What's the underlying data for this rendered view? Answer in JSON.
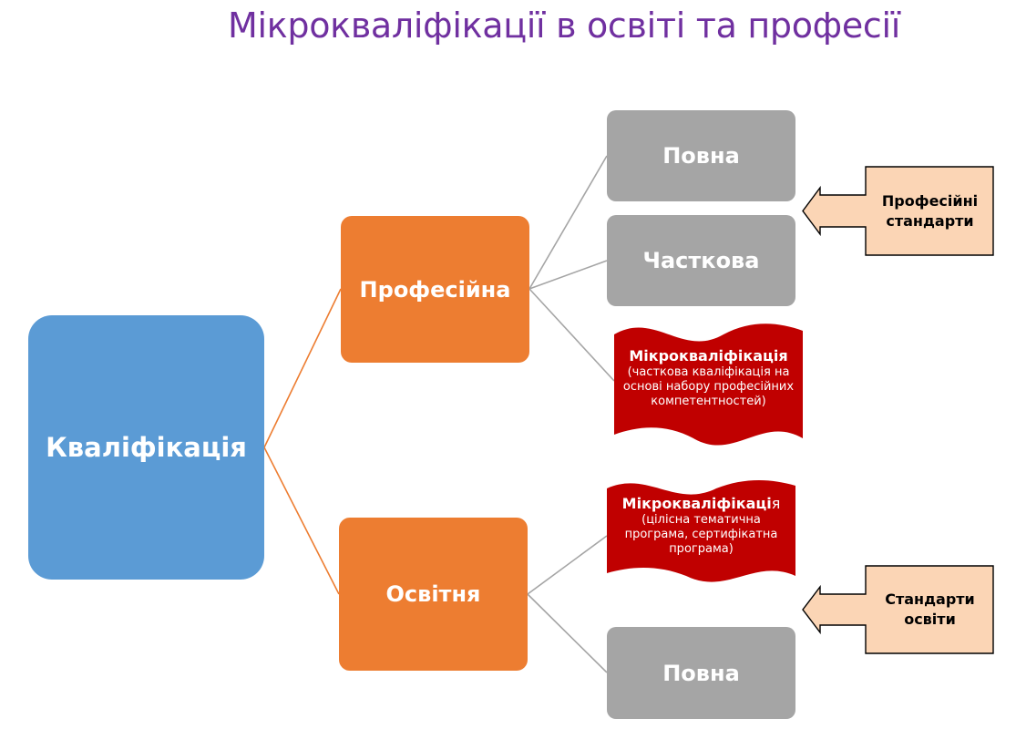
{
  "title": "Мікрокваліфікації в освіті та професії",
  "colors": {
    "title": "#7030a0",
    "root": "#5b9bd5",
    "branch": "#ed7d31",
    "leaf": "#a5a5a5",
    "micro": "#c00000",
    "callout_fill": "#fbd5b5",
    "connector_root": "#ed7d31",
    "connector_leaf": "#a5a5a5"
  },
  "root": {
    "label": "Кваліфікація"
  },
  "branches": {
    "professional": {
      "label": "Професійна",
      "full": "Повна",
      "partial": "Часткова",
      "micro_title": "Мікрокваліфікація",
      "micro_desc": "(часткова кваліфікація на основі набору професійних компетентностей)"
    },
    "educational": {
      "label": "Освітня",
      "micro_title_bold": "Мікрокваліфікаці",
      "micro_title_rest": "я",
      "micro_desc": "(цілісна тематична програма, сертифікатна програма)",
      "full": "Повна"
    }
  },
  "callouts": {
    "professional_standards": "Професійні стандарти",
    "education_standards": "Стандарти освіти"
  },
  "icons": {
    "callout": "left-arrow-callout",
    "micro": "wave-banner"
  }
}
